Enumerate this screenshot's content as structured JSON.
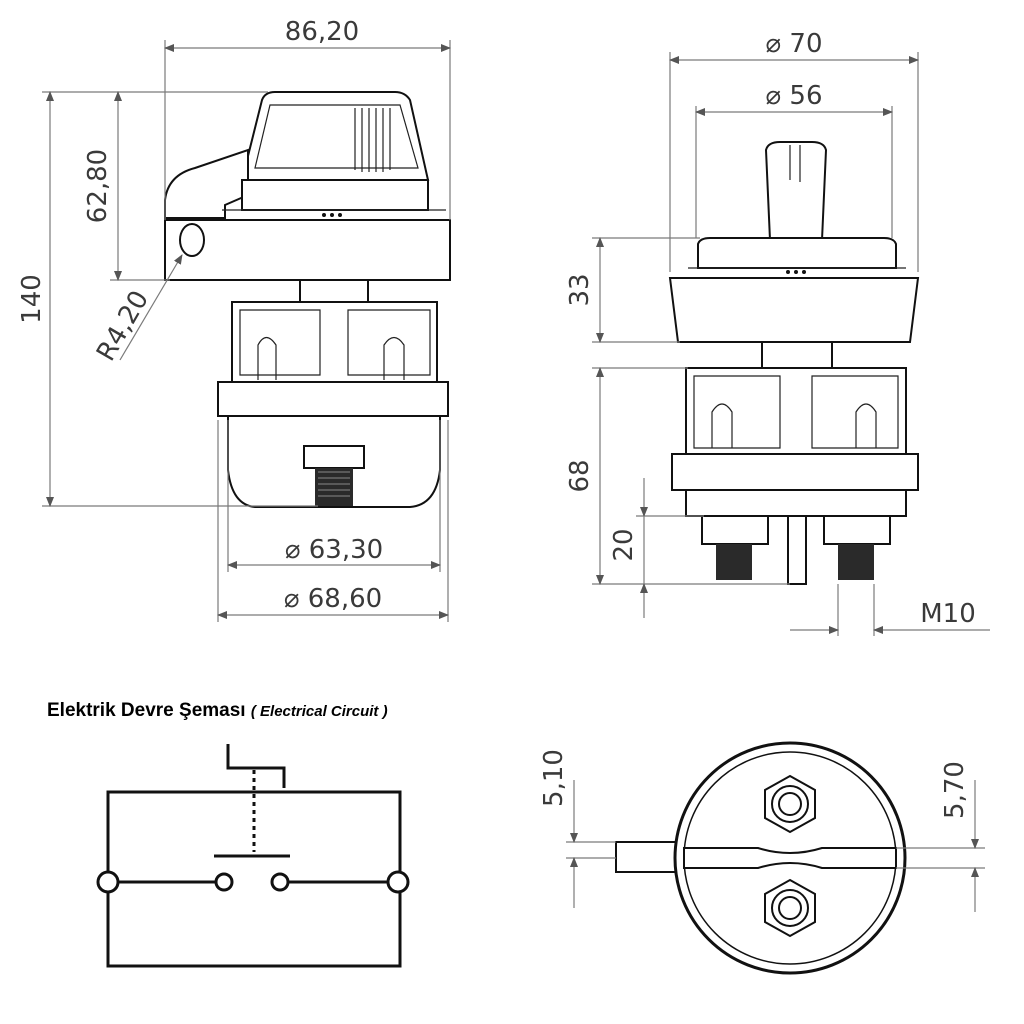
{
  "caption": {
    "title": "Elektrik Devre Şeması",
    "subtitle": "( Electrical Circuit )"
  },
  "front_view": {
    "width": "86,20",
    "total_height": "140",
    "top_height": "62,80",
    "radius": "R4,20",
    "inner_dia": "⌀ 63,30",
    "outer_dia": "⌀ 68,60"
  },
  "side_view": {
    "outer_dia": "⌀ 70",
    "knob_dia": "⌀ 56",
    "top_height": "33",
    "body_height": "68",
    "stud_height": "20",
    "thread": "M10"
  },
  "bottom_view": {
    "left_dim": "5,10",
    "right_dim": "5,70"
  }
}
